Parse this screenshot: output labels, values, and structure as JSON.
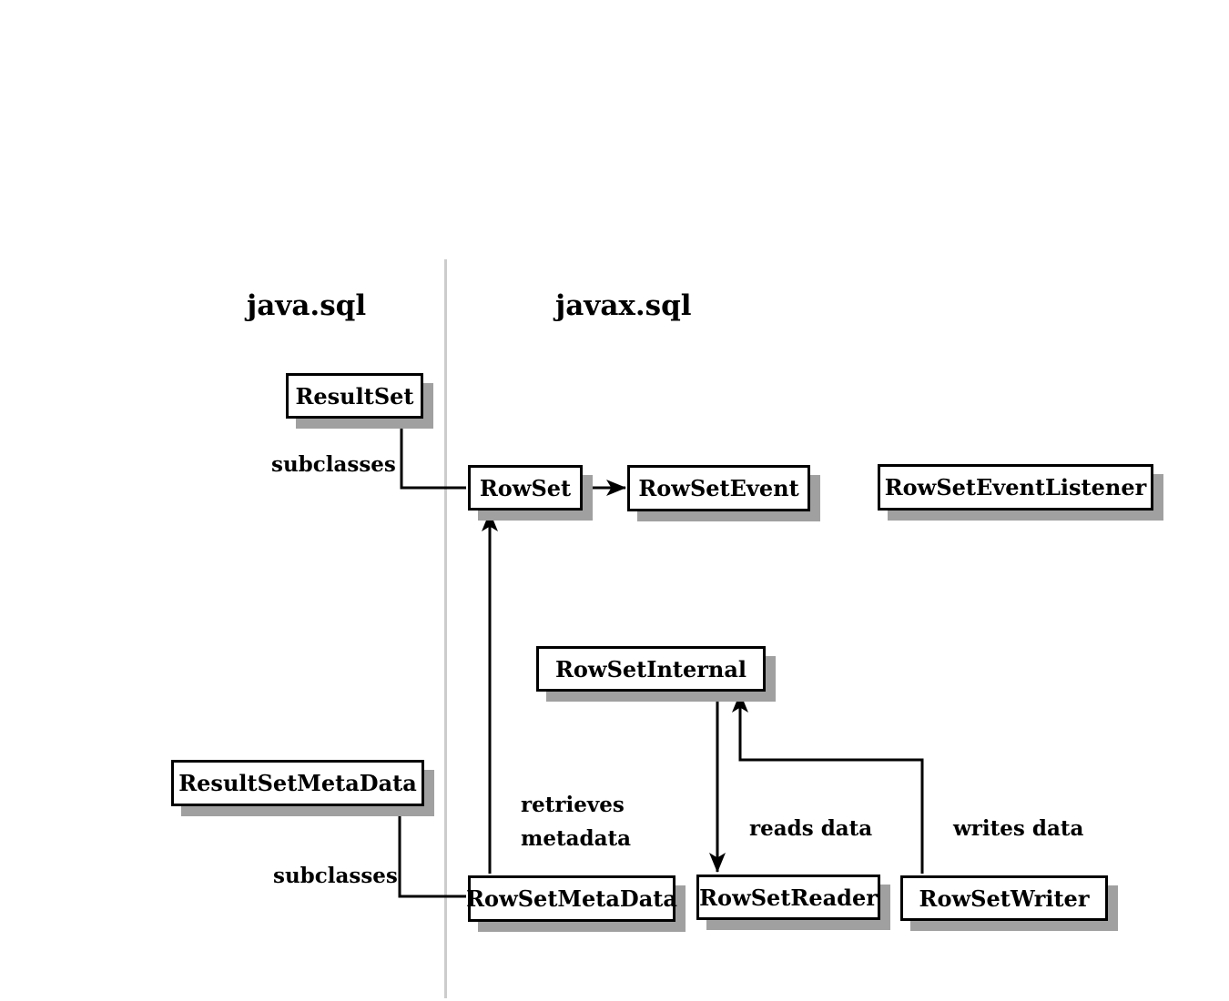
{
  "packages": {
    "left": "java.sql",
    "right": "javax.sql"
  },
  "nodes": {
    "result_set": "ResultSet",
    "row_set": "RowSet",
    "row_set_event": "RowSetEvent",
    "row_set_event_listener": "RowSetEventListener",
    "row_set_internal": "RowSetInternal",
    "result_set_meta_data": "ResultSetMetaData",
    "row_set_meta_data": "RowSetMetaData",
    "row_set_reader": "RowSetReader",
    "row_set_writer": "RowSetWriter"
  },
  "edge_labels": {
    "subclasses_top": "subclasses",
    "subclasses_bottom": "subclasses",
    "retrieves_metadata_line1": "retrieves",
    "retrieves_metadata_line2": "metadata",
    "reads_data": "reads data",
    "writes_data": "writes data"
  },
  "colors": {
    "box_border": "#000000",
    "box_fill": "#ffffff",
    "shadow": "#a0a0a0",
    "divider": "#cccccc",
    "text": "#000000",
    "background": "#ffffff"
  }
}
